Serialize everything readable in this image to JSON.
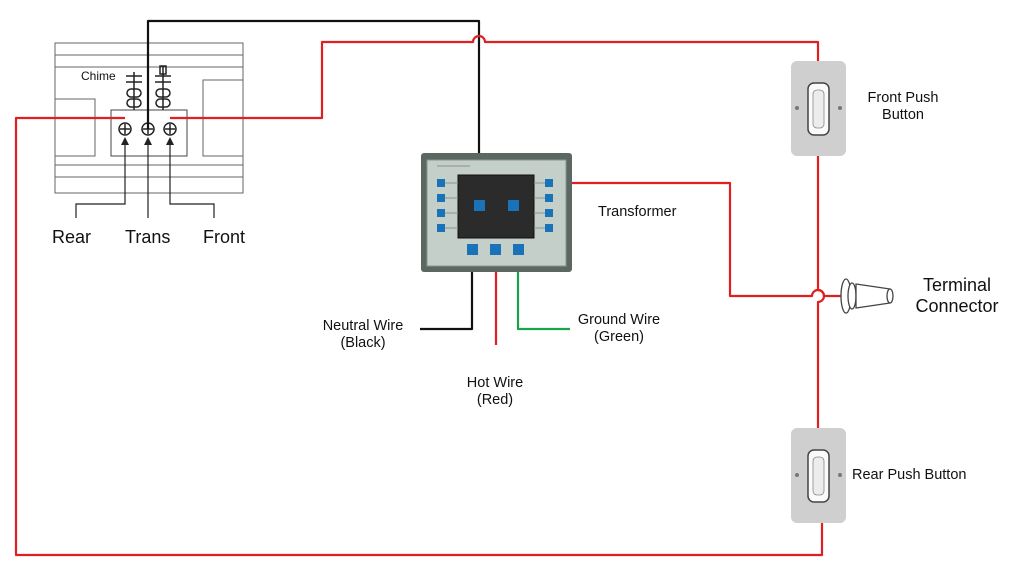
{
  "colors": {
    "hot": "#e02020",
    "neutral": "#111111",
    "ground": "#1aa34a",
    "terminal": "#1a73b8",
    "transformer_body": "#c9d3cf",
    "switch_plate": "#cfcfcf"
  },
  "chime": {
    "title": "Chime",
    "terminals": [
      "Rear",
      "Trans",
      "Front"
    ]
  },
  "transformer": {
    "label": "Transformer"
  },
  "wires": {
    "neutral": [
      "Neutral Wire",
      "(Black)"
    ],
    "hot": [
      "Hot Wire",
      "(Red)"
    ],
    "ground": [
      "Ground Wire",
      "(Green)"
    ]
  },
  "buttons": {
    "front": [
      "Front Push",
      "Button"
    ],
    "rear": "Rear Push Button"
  },
  "connector": [
    "Terminal",
    "Connector"
  ]
}
